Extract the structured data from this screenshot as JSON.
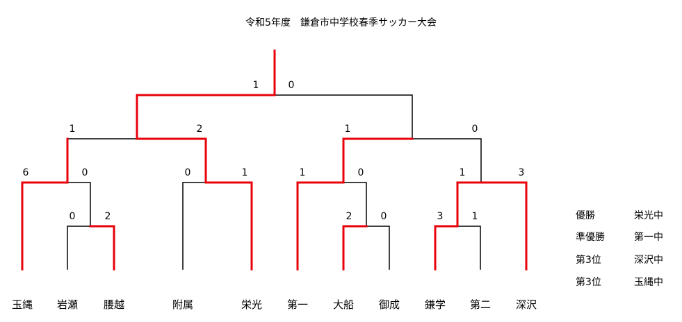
{
  "title": "令和5年度　鎌倉市中学校春季サッカー大会",
  "teams": [
    "玉縄",
    "岩瀬",
    "腰越",
    "附属",
    "栄光",
    "第一",
    "大船",
    "御成",
    "鎌学",
    "第二",
    "深沢"
  ],
  "scores": {
    "final": [
      "1",
      "0"
    ],
    "semi_left": [
      "1",
      "2"
    ],
    "semi_right": [
      "1",
      "0"
    ],
    "qf_1": [
      "6",
      "0"
    ],
    "qf_2": [
      "0",
      "1"
    ],
    "qf_3": [
      "1",
      "0"
    ],
    "qf_4": [
      "1",
      "3"
    ],
    "r1_iwase_koshigoe": [
      "0",
      "2"
    ],
    "r1_ofuna_onari": [
      "2",
      "0"
    ],
    "r1_kamagaku_daini": [
      "3",
      "1"
    ]
  },
  "results": [
    {
      "label": "優勝",
      "team": "栄光中"
    },
    {
      "label": "準優勝",
      "team": "第一中"
    },
    {
      "label": "第3位",
      "team": "深沢中"
    },
    {
      "label": "第3位",
      "team": "玉縄中"
    }
  ],
  "colors": {
    "winner": "#e8000b",
    "loser": "#000000"
  }
}
